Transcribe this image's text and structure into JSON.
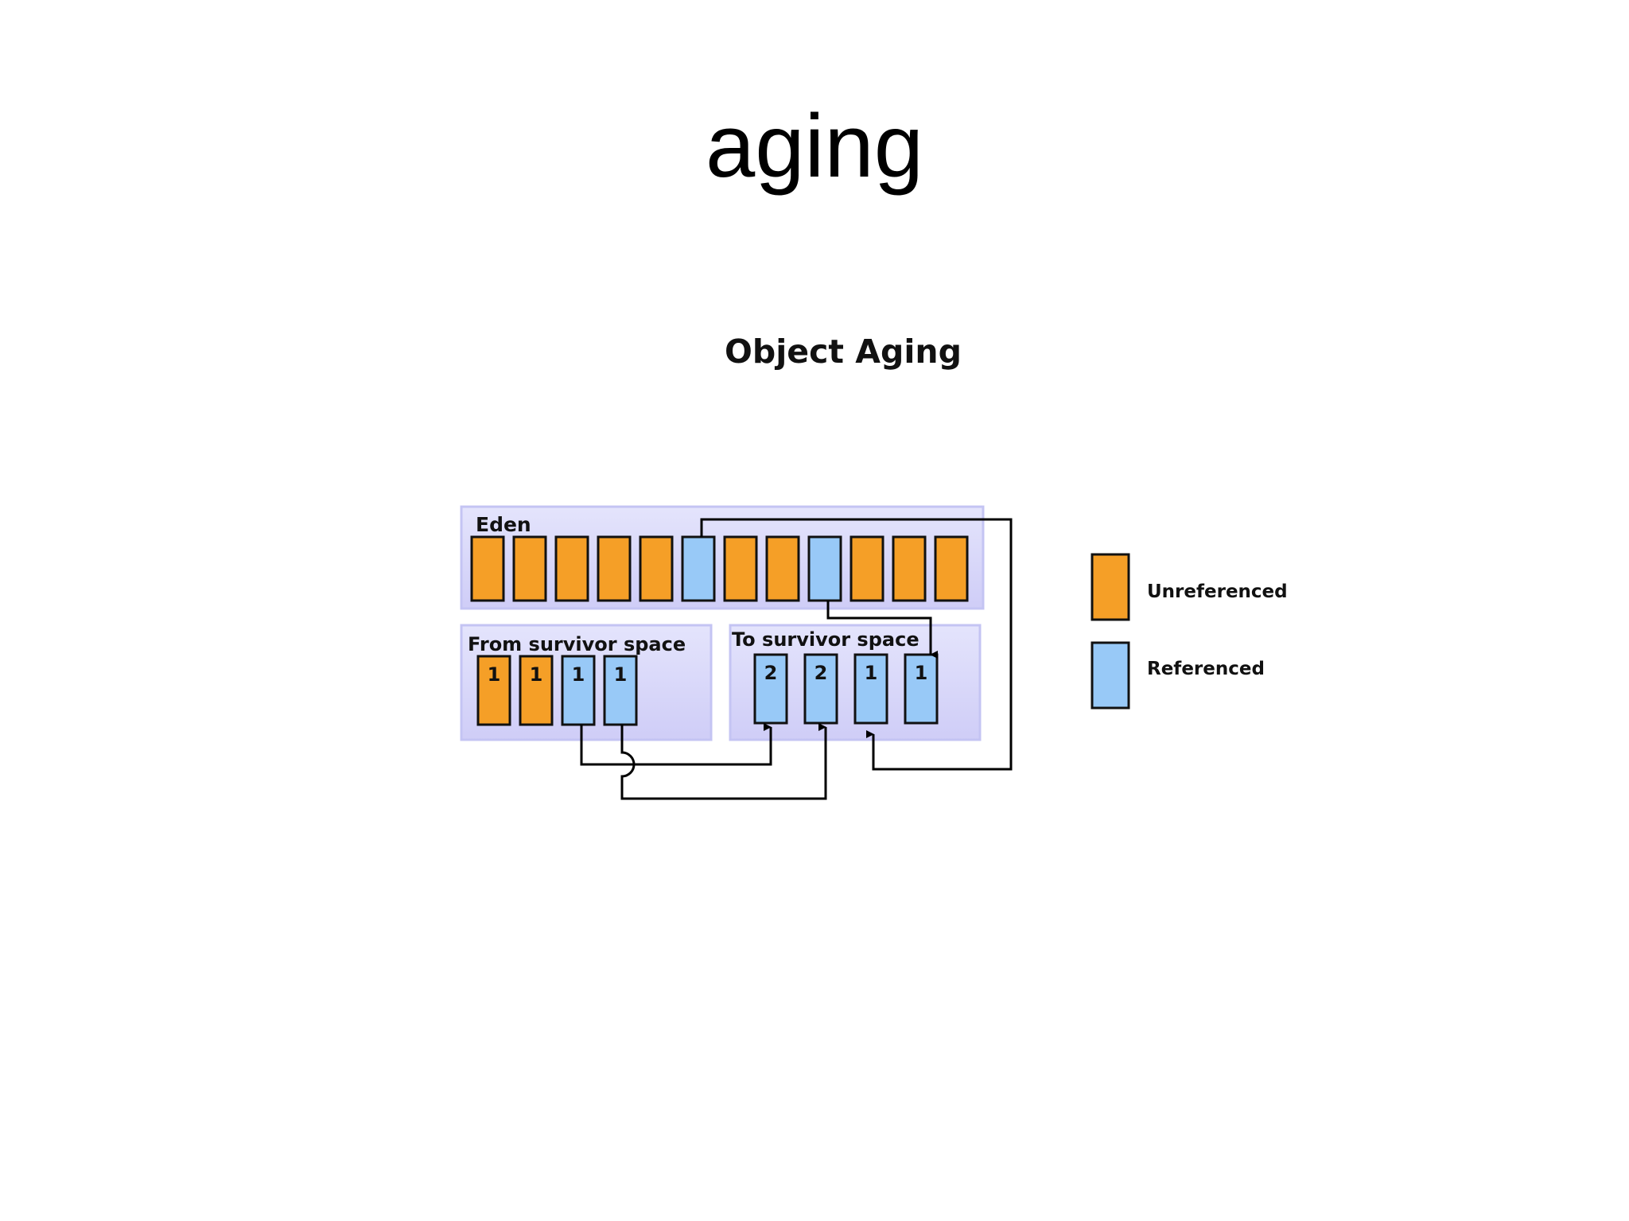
{
  "slide": {
    "title": "aging"
  },
  "diagram": {
    "title": "Object Aging",
    "colors": {
      "unreferenced": "#f59f27",
      "referenced": "#98c9f7",
      "region_fill": "#dcdcfb",
      "region_border": "#c4c4f3"
    },
    "eden": {
      "label": "Eden",
      "objects": [
        "unreferenced",
        "unreferenced",
        "unreferenced",
        "unreferenced",
        "unreferenced",
        "referenced",
        "unreferenced",
        "unreferenced",
        "referenced",
        "unreferenced",
        "unreferenced",
        "unreferenced"
      ]
    },
    "from_survivor": {
      "label": "From survivor space",
      "objects": [
        {
          "state": "unreferenced",
          "age": "1"
        },
        {
          "state": "unreferenced",
          "age": "1"
        },
        {
          "state": "referenced",
          "age": "1"
        },
        {
          "state": "referenced",
          "age": "1"
        }
      ]
    },
    "to_survivor": {
      "label": "To survivor space",
      "objects": [
        {
          "state": "referenced",
          "age": "2"
        },
        {
          "state": "referenced",
          "age": "2"
        },
        {
          "state": "referenced",
          "age": "1"
        },
        {
          "state": "referenced",
          "age": "1"
        }
      ]
    },
    "legend": {
      "unreferenced_label": "Unreferenced",
      "referenced_label": "Referenced"
    }
  }
}
